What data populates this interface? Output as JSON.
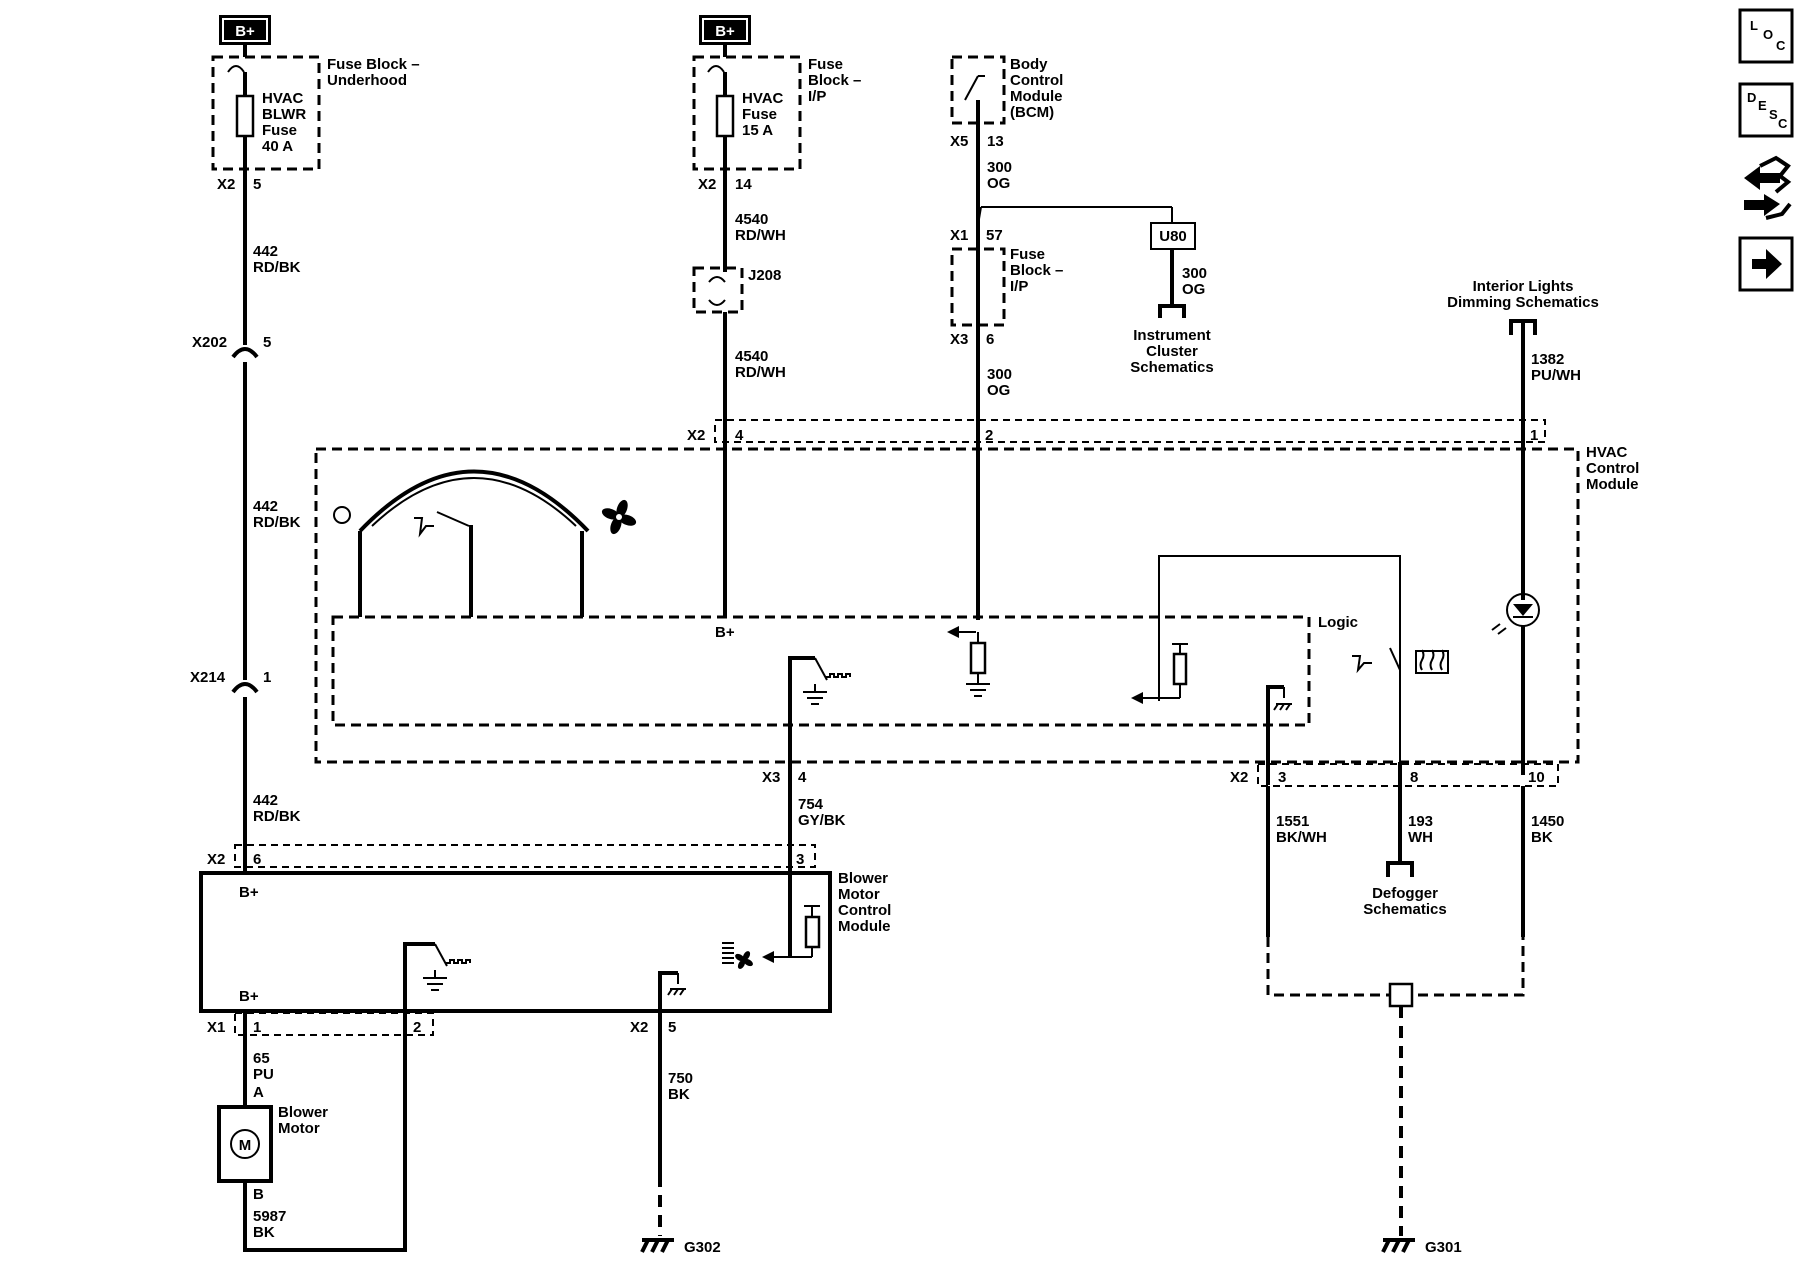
{
  "power": {
    "bplus_1": "B+",
    "bplus_2": "B+"
  },
  "fuse_underhood": {
    "label_1": "Fuse Block –",
    "label_2": "Underhood",
    "fuse_1": "HVAC",
    "fuse_2": "BLWR",
    "fuse_3": "Fuse",
    "fuse_4": "40 A",
    "connector": "X2",
    "pin": "5"
  },
  "fuse_ip": {
    "label_1": "Fuse",
    "label_2": "Block –",
    "label_3": "I/P",
    "fuse_1": "HVAC",
    "fuse_2": "Fuse",
    "fuse_3": "15 A",
    "connector": "X2",
    "pin": "14"
  },
  "bcm": {
    "label_1": "Body",
    "label_2": "Control",
    "label_3": "Module",
    "label_4": "(BCM)",
    "connector": "X5",
    "pin": "13"
  },
  "fuse_ip2": {
    "label_1": "Fuse",
    "label_2": "Block –",
    "label_3": "I/P",
    "connector_top": "X1",
    "pin_top": "57",
    "connector_bottom": "X3",
    "pin_bottom": "6"
  },
  "wires": {
    "w442_a_num": "442",
    "w442_a_col": "RD/BK",
    "w442_b_num": "442",
    "w442_b_col": "RD/BK",
    "w442_c_num": "442",
    "w442_c_col": "RD/BK",
    "w4540_a_num": "4540",
    "w4540_a_col": "RD/WH",
    "w4540_b_num": "4540",
    "w4540_b_col": "RD/WH",
    "w300_a_num": "300",
    "w300_a_col": "OG",
    "w300_b_num": "300",
    "w300_b_col": "OG",
    "w300_c_num": "300",
    "w300_c_col": "OG",
    "w1382_num": "1382",
    "w1382_col": "PU/WH",
    "w754_num": "754",
    "w754_col": "GY/BK",
    "w1551_num": "1551",
    "w1551_col": "BK/WH",
    "w193_num": "193",
    "w193_col": "WH",
    "w1450_num": "1450",
    "w1450_col": "BK",
    "w65_num": "65",
    "w65_col": "PU",
    "w5987_num": "5987",
    "w5987_col": "BK",
    "w750_num": "750",
    "w750_col": "BK"
  },
  "splices": {
    "x202_name": "X202",
    "x202_pin": "5",
    "x214_name": "X214",
    "x214_pin": "1",
    "j208": "J208"
  },
  "u80": {
    "label": "U80",
    "ref_1": "Instrument",
    "ref_2": "Cluster",
    "ref_3": "Schematics"
  },
  "interior_lights": {
    "ref_1": "Interior Lights",
    "ref_2": "Dimming Schematics"
  },
  "hvac_module": {
    "label_1": "HVAC",
    "label_2": "Control",
    "label_3": "Module",
    "logic": "Logic",
    "bplus": "B+",
    "top_connector": "X2",
    "top_pin_4": "4",
    "top_pin_2": "2",
    "top_pin_1": "1",
    "x3_connector": "X3",
    "x3_pin": "4",
    "bot_connector": "X2",
    "bot_pin_3": "3",
    "bot_pin_8": "8",
    "bot_pin_10": "10"
  },
  "blower_module": {
    "label_1": "Blower",
    "label_2": "Motor",
    "label_3": "Control",
    "label_4": "Module",
    "bplus_top": "B+",
    "bplus_bottom": "B+",
    "top_connector": "X2",
    "top_pin_6": "6",
    "top_pin_3": "3",
    "x1_connector": "X1",
    "x1_pin_1": "1",
    "x1_pin_2": "2",
    "x2_connector": "X2",
    "x2_pin_5": "5"
  },
  "blower_motor": {
    "label_1": "Blower",
    "label_2": "Motor",
    "symbol": "M",
    "pin_a": "A",
    "pin_b": "B"
  },
  "defogger": {
    "ref_1": "Defogger",
    "ref_2": "Schematics"
  },
  "grounds": {
    "g302": "G302",
    "g301": "G301"
  },
  "nav": {
    "loc_1": "L",
    "loc_2": "O",
    "loc_3": "C",
    "desc_1": "D",
    "desc_2": "E",
    "desc_3": "S",
    "desc_4": "C",
    "icons": [
      "loc-icon",
      "desc-icon",
      "connector-view-icon",
      "next-arrow-icon"
    ]
  }
}
